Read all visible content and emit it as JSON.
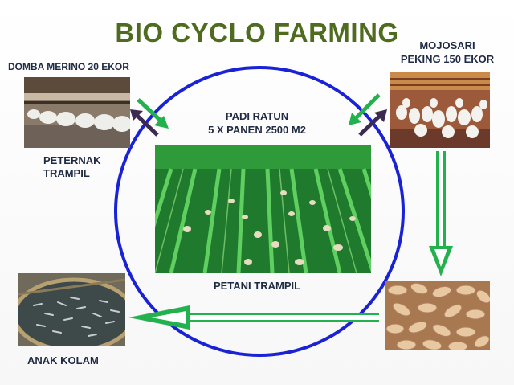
{
  "title": "BIO CYCLO FARMING",
  "sheep": {
    "caption": "DOMBA MERINO 20 EKOR",
    "label_line1": "PETERNAK",
    "label_line2": "TRAMPIL"
  },
  "ducks": {
    "caption_line1": "MOJOSARI",
    "caption_line2": "PEKING 150 EKOR"
  },
  "rice": {
    "caption_line1": "PADI RATUN",
    "caption_line2": "5 X PANEN 2500 M2",
    "label": "PETANI TRAMPIL"
  },
  "pond": {
    "label": "ANAK KOLAM"
  },
  "colors": {
    "title": "#4f6b1f",
    "circle": "#1a22d6",
    "arrow_green": "#22b14c",
    "arrow_dark": "#3d2b4f",
    "text": "#1f2a44"
  },
  "icons": [
    "sheep-farm-photo",
    "duck-farm-photo",
    "rice-field-photo",
    "maggot-photo",
    "fish-pond-photo"
  ]
}
